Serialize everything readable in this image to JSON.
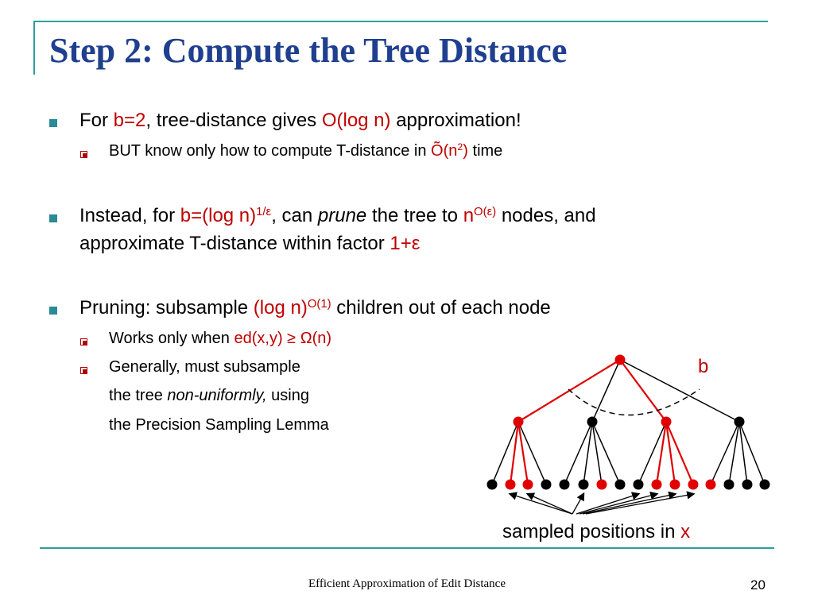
{
  "slide": {
    "title": "Step 2: Compute the Tree Distance",
    "bullet1": {
      "t1": "For ",
      "t2": "b=2",
      "t3": ",  tree-distance gives ",
      "t4": "O(log n)",
      "t5": " approximation!"
    },
    "sub1": {
      "t1": "BUT know only how to compute T-distance in ",
      "t2": "Õ(n",
      "sup": "2",
      "t3": ")",
      "t4": " time"
    },
    "bullet2": {
      "t1": "Instead, for ",
      "t2": "b=(log n)",
      "sup1": "1/ε",
      "t3": ", can ",
      "t4": "prune",
      "t5": " the tree to ",
      "t6": "n",
      "sup2": "O(ε)",
      "t7": " nodes, and",
      "line2a": "approximate T-distance within factor ",
      "line2b": "1+ε"
    },
    "bullet3": {
      "t1": "Pruning: subsample ",
      "t2": "(log n)",
      "sup": "O(1)",
      "t3": " children out of each node"
    },
    "sub2": {
      "t1": "Works only when ",
      "t2": "ed(x,y) ≥ Ω(n)"
    },
    "sub3": {
      "line1": "Generally, must subsample",
      "line2a": "the tree ",
      "line2b": "non-uniformly,",
      "line2c": " using",
      "line3": "the Precision Sampling Lemma"
    },
    "diagram": {
      "label_b": "b",
      "caption_a": "sampled positions in ",
      "caption_b": "x",
      "leaf_colors": [
        "black",
        "red",
        "red",
        "black",
        "black",
        "black",
        "red",
        "black",
        "black",
        "red",
        "red",
        "red",
        "red",
        "black",
        "black",
        "black",
        "black"
      ]
    },
    "footer": {
      "text": "Efficient Approximation of  Edit Distance",
      "page": "20"
    },
    "colors": {
      "title": "#1f3f8f",
      "accent_red": "#c00000",
      "rule": "#2e9ea0",
      "bullet": "#2a8a96"
    }
  }
}
